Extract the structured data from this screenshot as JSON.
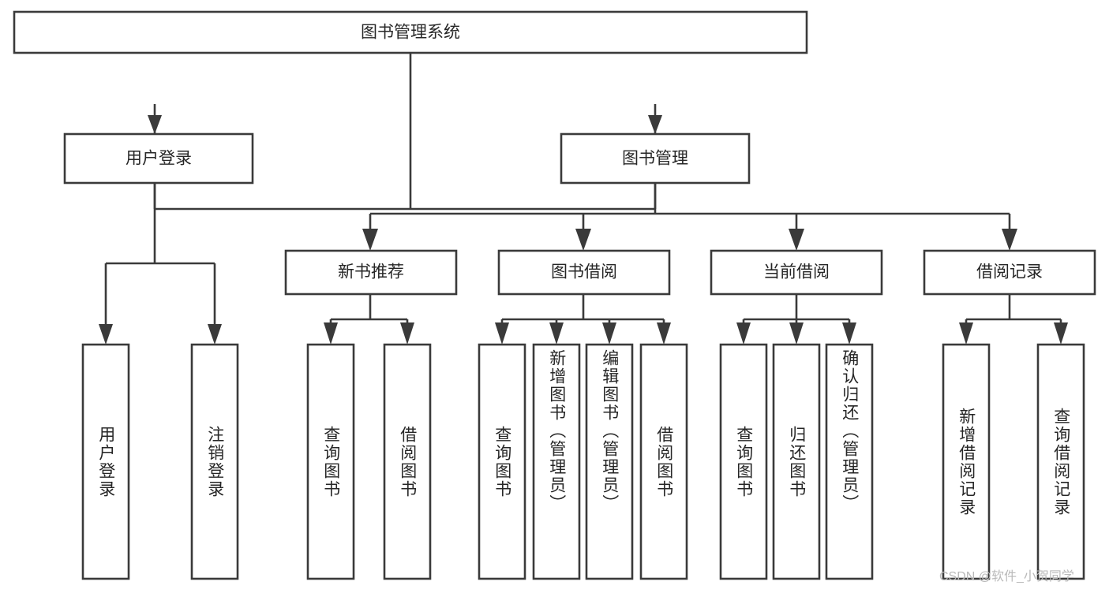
{
  "diagram": {
    "title": "图书管理系统",
    "type": "tree-hierarchy",
    "root": {
      "id": "root",
      "label": "图书管理系统",
      "orientation": "horizontal"
    },
    "level2": [
      {
        "id": "user-login",
        "label": "用户登录",
        "orientation": "horizontal"
      },
      {
        "id": "book-manage",
        "label": "图书管理",
        "orientation": "horizontal"
      }
    ],
    "level3": [
      {
        "id": "new-book-rec",
        "label": "新书推荐",
        "orientation": "horizontal",
        "parent": "book-manage"
      },
      {
        "id": "book-borrow",
        "label": "图书借阅",
        "orientation": "horizontal",
        "parent": "book-manage"
      },
      {
        "id": "current-borrow",
        "label": "当前借阅",
        "orientation": "horizontal",
        "parent": "book-manage"
      },
      {
        "id": "borrow-record",
        "label": "借阅记录",
        "orientation": "horizontal",
        "parent": "book-manage"
      }
    ],
    "leaves": [
      {
        "id": "leaf-user-login",
        "label": "用户登录",
        "orientation": "vertical",
        "parent": "user-login"
      },
      {
        "id": "leaf-logout-login",
        "label": "注销登录",
        "orientation": "vertical",
        "parent": "user-login"
      },
      {
        "id": "leaf-query-book-1",
        "label": "查询图书",
        "orientation": "vertical",
        "parent": "new-book-rec"
      },
      {
        "id": "leaf-borrow-book-1",
        "label": "借阅图书",
        "orientation": "vertical",
        "parent": "new-book-rec"
      },
      {
        "id": "leaf-query-book-2",
        "label": "查询图书",
        "orientation": "vertical",
        "parent": "book-borrow"
      },
      {
        "id": "leaf-add-book",
        "label": "新增图书（管理员）",
        "orientation": "vertical",
        "parent": "book-borrow"
      },
      {
        "id": "leaf-edit-book",
        "label": "编辑图书（管理员）",
        "orientation": "vertical",
        "parent": "book-borrow"
      },
      {
        "id": "leaf-borrow-book-2",
        "label": "借阅图书",
        "orientation": "vertical",
        "parent": "book-borrow"
      },
      {
        "id": "leaf-query-book-3",
        "label": "查询图书",
        "orientation": "vertical",
        "parent": "current-borrow"
      },
      {
        "id": "leaf-return-book",
        "label": "归还图书",
        "orientation": "vertical",
        "parent": "current-borrow"
      },
      {
        "id": "leaf-confirm-return",
        "label": "确认归还（管理员）",
        "orientation": "vertical",
        "parent": "current-borrow"
      },
      {
        "id": "leaf-add-record",
        "label": "新增借阅记录",
        "orientation": "vertical",
        "parent": "borrow-record"
      },
      {
        "id": "leaf-query-record",
        "label": "查询借阅记录",
        "orientation": "vertical",
        "parent": "borrow-record"
      }
    ]
  },
  "watermark": {
    "text": "CSDN @软件_小贺同学"
  },
  "colors": {
    "stroke": "#3a3a3a",
    "box_fill": "#ffffff",
    "text": "#262626",
    "background": "#ffffff",
    "watermark": "#b9b9b9"
  }
}
